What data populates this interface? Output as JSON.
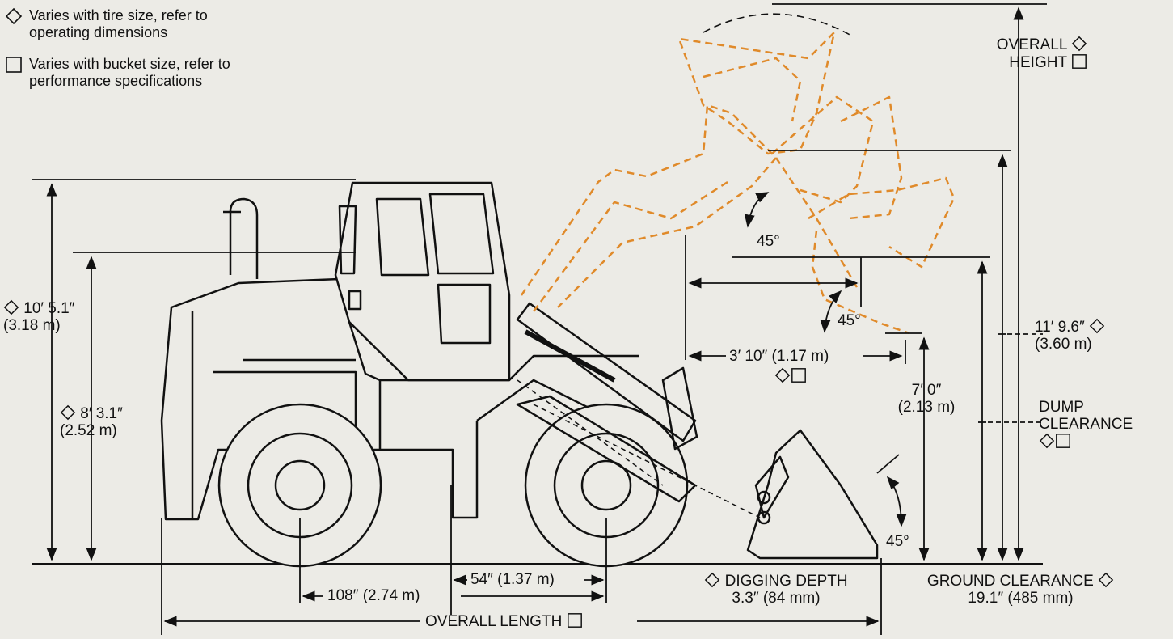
{
  "legend": {
    "diamond_line1": "Varies with tire size, refer to",
    "diamond_line2": "operating dimensions",
    "square_line1": "Varies with bucket size, refer to",
    "square_line2": "performance specifications"
  },
  "labels": {
    "overall_height_1": "OVERALL",
    "overall_height_2": "HEIGHT",
    "height_cab_imp": "10′ 5.1″",
    "height_cab_met": "(3.18 m)",
    "height_hood_imp": "8′ 3.1″",
    "height_hood_met": "(2.52 m)",
    "angle_top": "45°",
    "angle_mid": "45°",
    "angle_ground": "45°",
    "reach_imp": "3′ 10″ (1.17 m)",
    "dump_height_imp": "7′ 0″",
    "dump_height_met": "(2.13 m)",
    "hinge_height_imp": "11′ 9.6″",
    "hinge_height_met": "(3.60 m)",
    "dump_clearance_1": "DUMP",
    "dump_clearance_2": "CLEARANCE",
    "wheelbase_half": "54″ (1.37 m)",
    "wheelbase": "108″ (2.74 m)",
    "overall_length": "OVERALL LENGTH",
    "digging_depth_1": "DIGGING DEPTH",
    "digging_depth_2": "3.3″ (84 mm)",
    "ground_clearance_1": "GROUND CLEARANCE",
    "ground_clearance_2": "19.1″ (485 mm)"
  },
  "colors": {
    "line": "#111111",
    "raised_arm": "#e08a2a",
    "background": "#ecebe6"
  },
  "icons": [
    "diamond-icon",
    "square-icon"
  ]
}
